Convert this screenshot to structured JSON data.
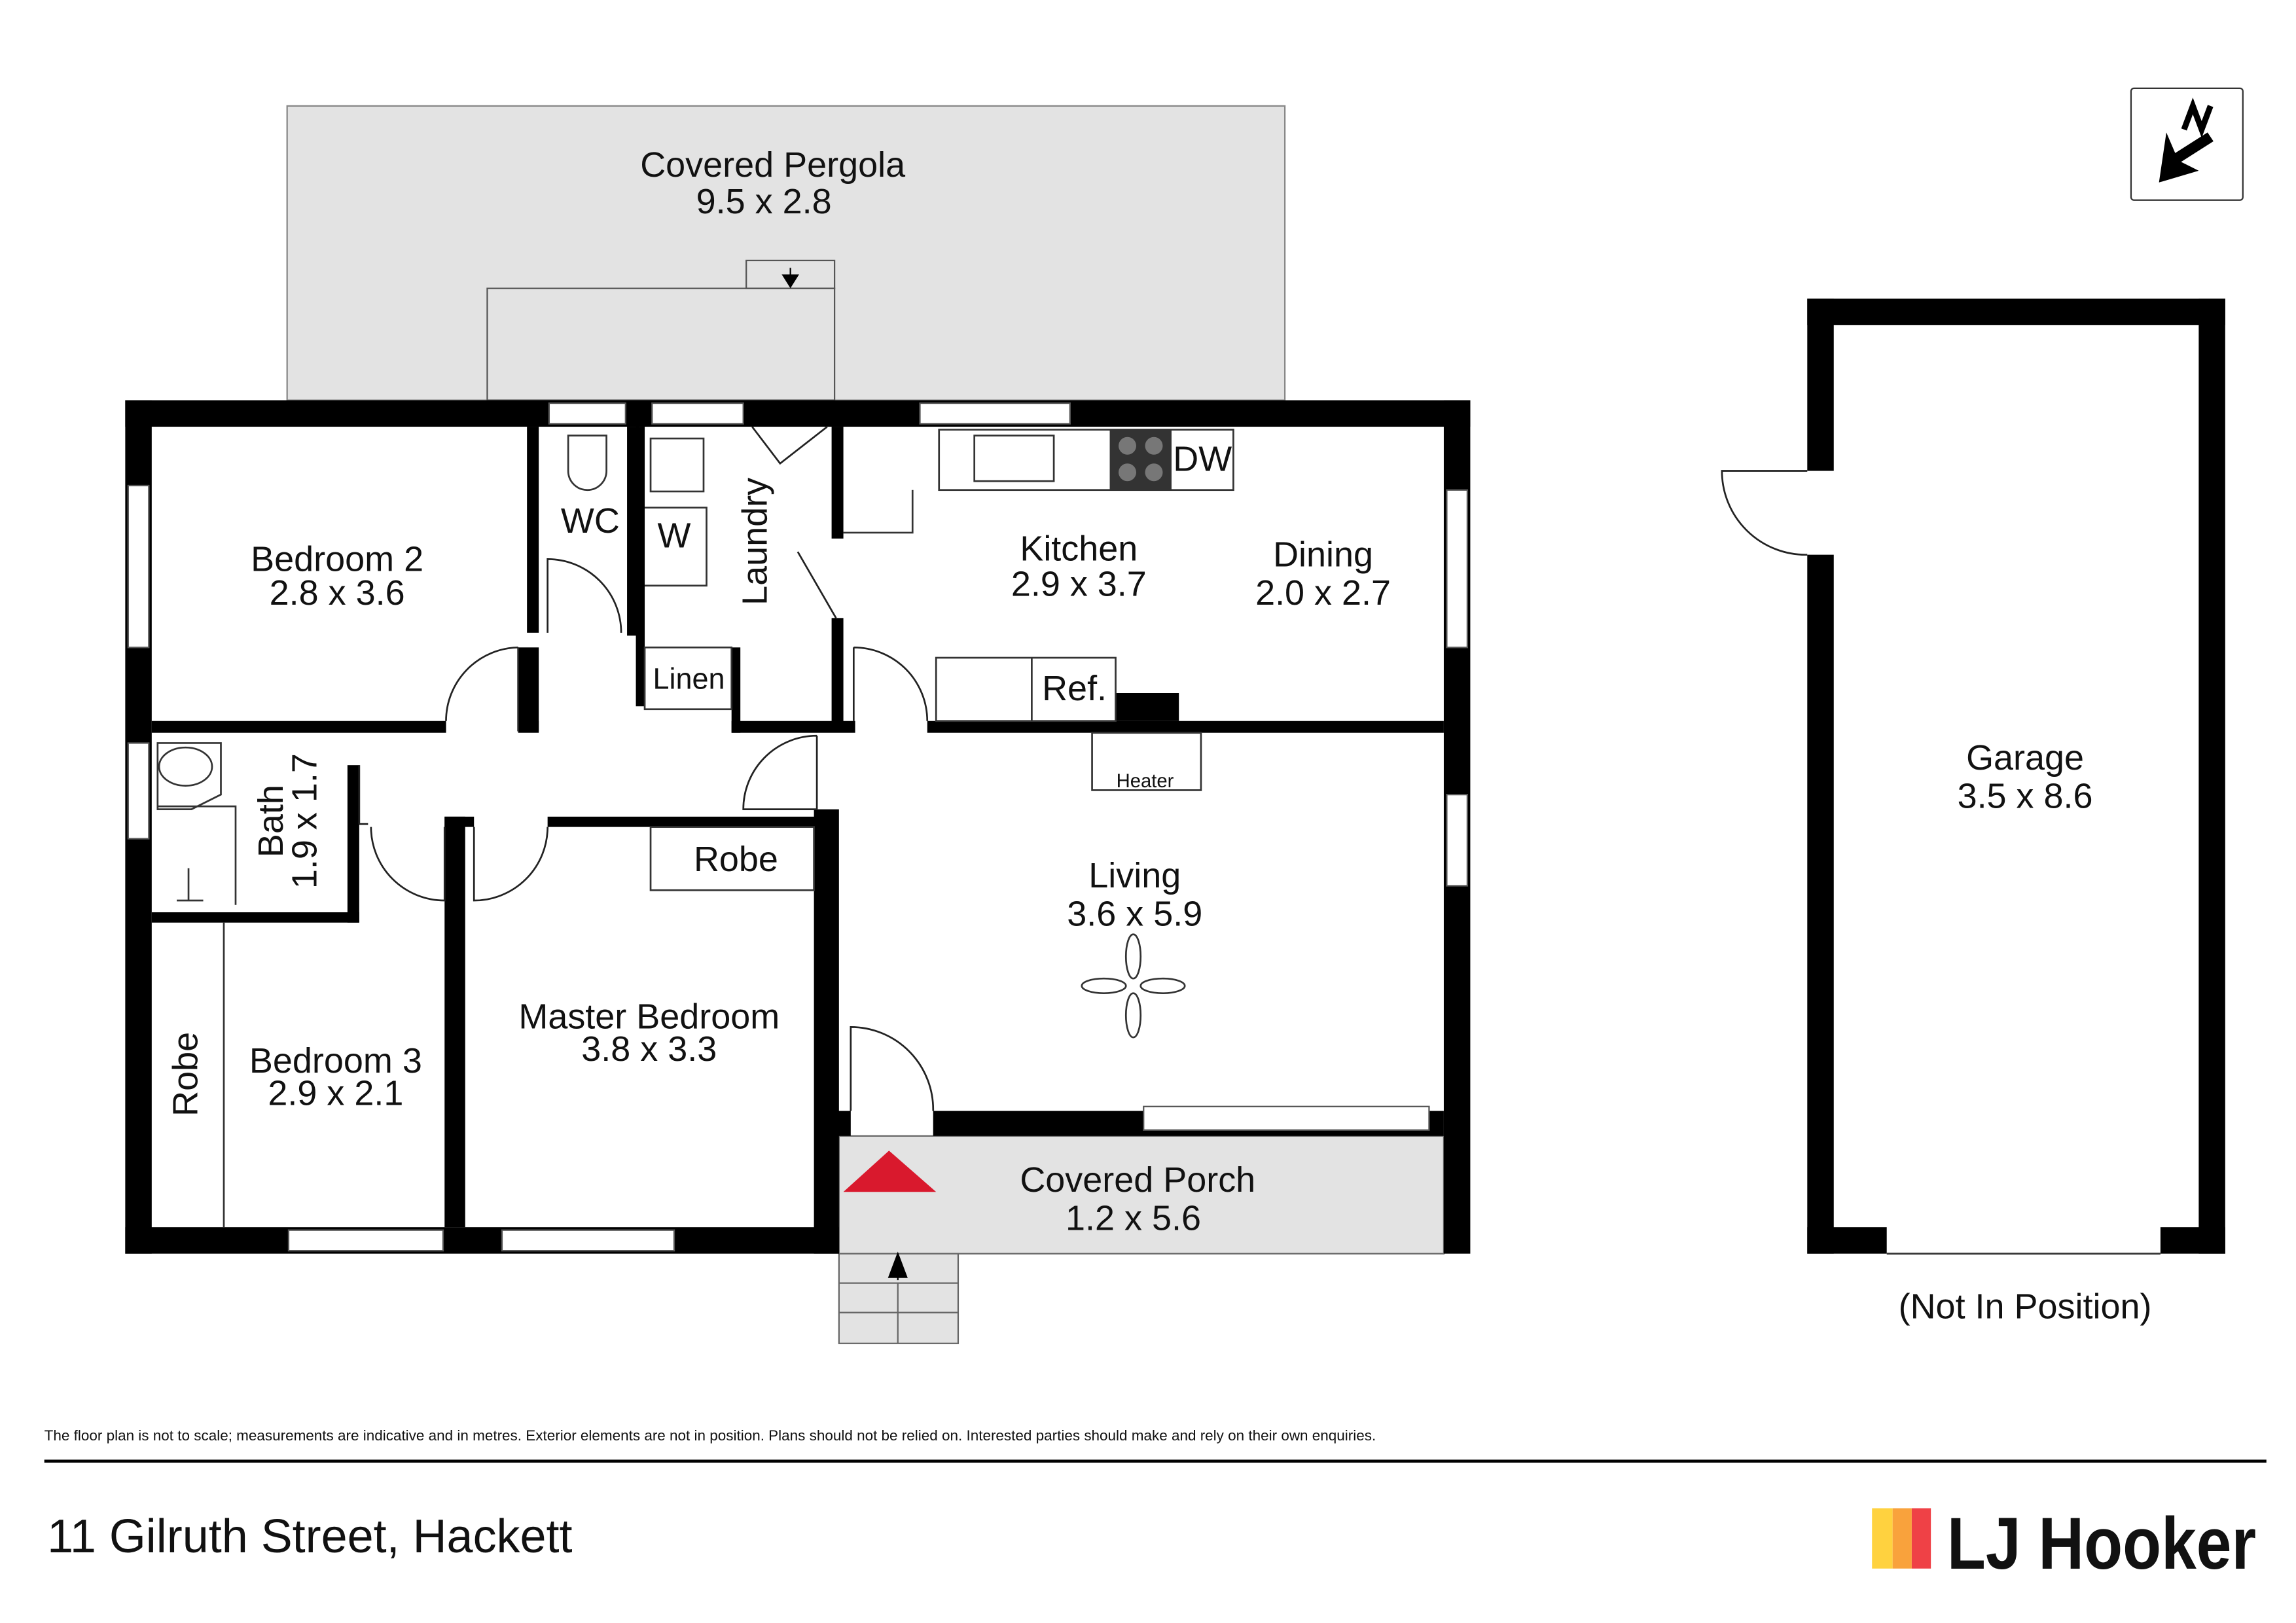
{
  "rooms": {
    "pergola": {
      "name": "Covered Pergola",
      "dims": "9.5 x 2.8"
    },
    "bedroom2": {
      "name": "Bedroom 2",
      "dims": "2.8 x 3.6"
    },
    "wc": {
      "name": "WC"
    },
    "w": {
      "name": "W"
    },
    "laundry": {
      "name": "Laundry"
    },
    "linen": {
      "name": "Linen"
    },
    "kitchen": {
      "name": "Kitchen",
      "dims": "2.9 x 3.7"
    },
    "dining": {
      "name": "Dining",
      "dims": "2.0 x 2.7"
    },
    "dw": {
      "name": "DW"
    },
    "ref": {
      "name": "Ref."
    },
    "heater": {
      "name": "Heater"
    },
    "bath": {
      "name": "Bath",
      "dims": "1.9 x 1.7"
    },
    "robe_master": {
      "name": "Robe"
    },
    "living": {
      "name": "Living",
      "dims": "3.6 x 5.9"
    },
    "master": {
      "name": "Master Bedroom",
      "dims": "3.8 x 3.3"
    },
    "bedroom3": {
      "name": "Bedroom 3",
      "dims": "2.9 x 2.1"
    },
    "robe_bed3": {
      "name": "Robe"
    },
    "porch": {
      "name": "Covered Porch",
      "dims": "1.2 x 5.6"
    },
    "garage": {
      "name": "Garage",
      "dims": "3.5 x 8.6",
      "note": "(Not In Position)"
    }
  },
  "footer": {
    "disclaimer": "The floor plan is not to scale; measurements are indicative and in metres. Exterior elements are not in position. Plans should not be relied on. Interested parties should make and rely on their own enquiries.",
    "address": "11 Gilruth Street, Hackett",
    "brand": "LJ Hooker",
    "brand_colors": [
      "#FFD23F",
      "#F9A23C",
      "#EF4146"
    ]
  },
  "icons": {
    "north": "north-arrow-icon",
    "entry": "entry-marker-icon"
  },
  "colors": {
    "entry": "#D9192D",
    "exterior": "#E3E3E3"
  }
}
